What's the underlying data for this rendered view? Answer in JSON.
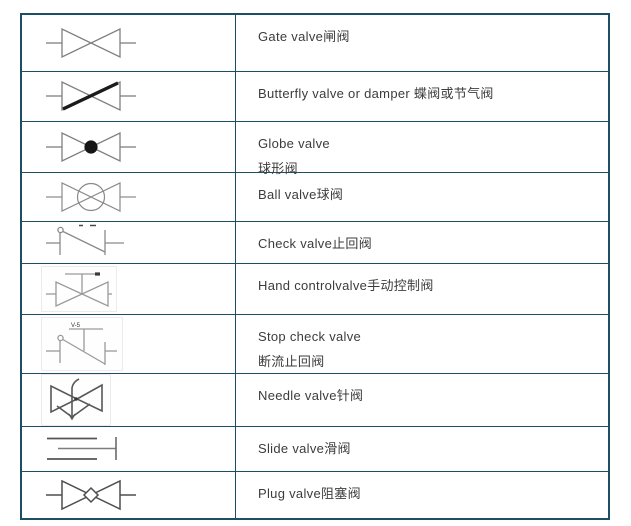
{
  "table": {
    "border_color": "#1c4f63",
    "text_color": "#3c3c3c",
    "symbol_gray": "#7f7f7f",
    "symbol_dark": "#4e4e4e",
    "accent_black": "#1b1b1b",
    "rows": [
      {
        "symbol": "gate-valve-icon",
        "lines": [
          "Gate valve闸阀"
        ]
      },
      {
        "symbol": "butterfly-valve-icon",
        "lines": [
          "Butterfly valve or damper 蝶阀或节气阀"
        ]
      },
      {
        "symbol": "globe-valve-icon",
        "lines": [
          "Globe valve",
          "球形阀"
        ]
      },
      {
        "symbol": "ball-valve-icon",
        "lines": [
          "Ball valve球阀"
        ]
      },
      {
        "symbol": "check-valve-icon",
        "lines": [
          "Check valve止回阀"
        ]
      },
      {
        "symbol": "hand-control-valve-icon",
        "lines": [
          "Hand controlvalve手动控制阀"
        ]
      },
      {
        "symbol": "stop-check-valve-icon",
        "lines": [
          "Stop check valve",
          "断流止回阀"
        ],
        "tag": "V-5"
      },
      {
        "symbol": "needle-valve-icon",
        "lines": [
          "Needle valve针阀"
        ]
      },
      {
        "symbol": "slide-valve-icon",
        "lines": [
          "Slide valve滑阀"
        ]
      },
      {
        "symbol": "plug-valve-icon",
        "lines": [
          "Plug valve阻塞阀"
        ]
      }
    ]
  }
}
